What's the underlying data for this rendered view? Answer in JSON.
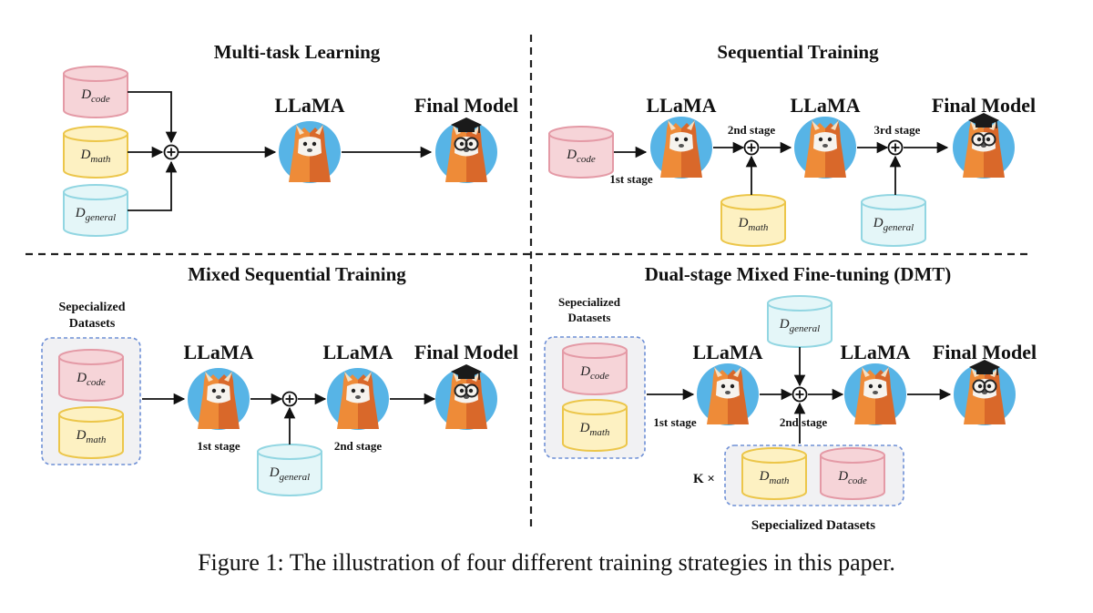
{
  "panels": {
    "multitask": {
      "title": "Multi-task Learning",
      "model": "LLaMA",
      "final": "Final Model"
    },
    "sequential": {
      "title": "Sequential Training",
      "model1": "LLaMA",
      "model2": "LLaMA",
      "final": "Final Model",
      "stage1": "1st stage",
      "stage2": "2nd stage",
      "stage3": "3rd stage"
    },
    "mixed": {
      "title": "Mixed Sequential Training",
      "group_label_1": "Sepecialized",
      "group_label_2": "Datasets",
      "model1": "LLaMA",
      "model2": "LLaMA",
      "final": "Final Model",
      "stage1": "1st stage",
      "stage2": "2nd stage"
    },
    "dmt": {
      "title": "Dual-stage Mixed Fine-tuning (DMT)",
      "group_label_1": "Sepecialized",
      "group_label_2": "Datasets",
      "model1": "LLaMA",
      "model2": "LLaMA",
      "final": "Final Model",
      "stage1": "1st stage",
      "stage2": "2nd stage",
      "k_label": "K ×",
      "bottom_group_label": "Sepecialized  Datasets"
    }
  },
  "datasets": {
    "prefix": "D",
    "code": "code",
    "math": "math",
    "general": "general"
  },
  "colors": {
    "code_fill": "#f6d4d8",
    "code_stroke": "#e49aa6",
    "math_fill": "#fdf1c2",
    "math_stroke": "#ecc64a",
    "general_fill": "#e4f6f8",
    "general_stroke": "#92d6e2",
    "group_fill": "#f1f1f3",
    "group_stroke": "#6f90d6",
    "llama_circle": "#57b4e6",
    "llama_body": "#ee8b38"
  },
  "caption": "Figure 1: The illustration of four different training strategies in this paper."
}
